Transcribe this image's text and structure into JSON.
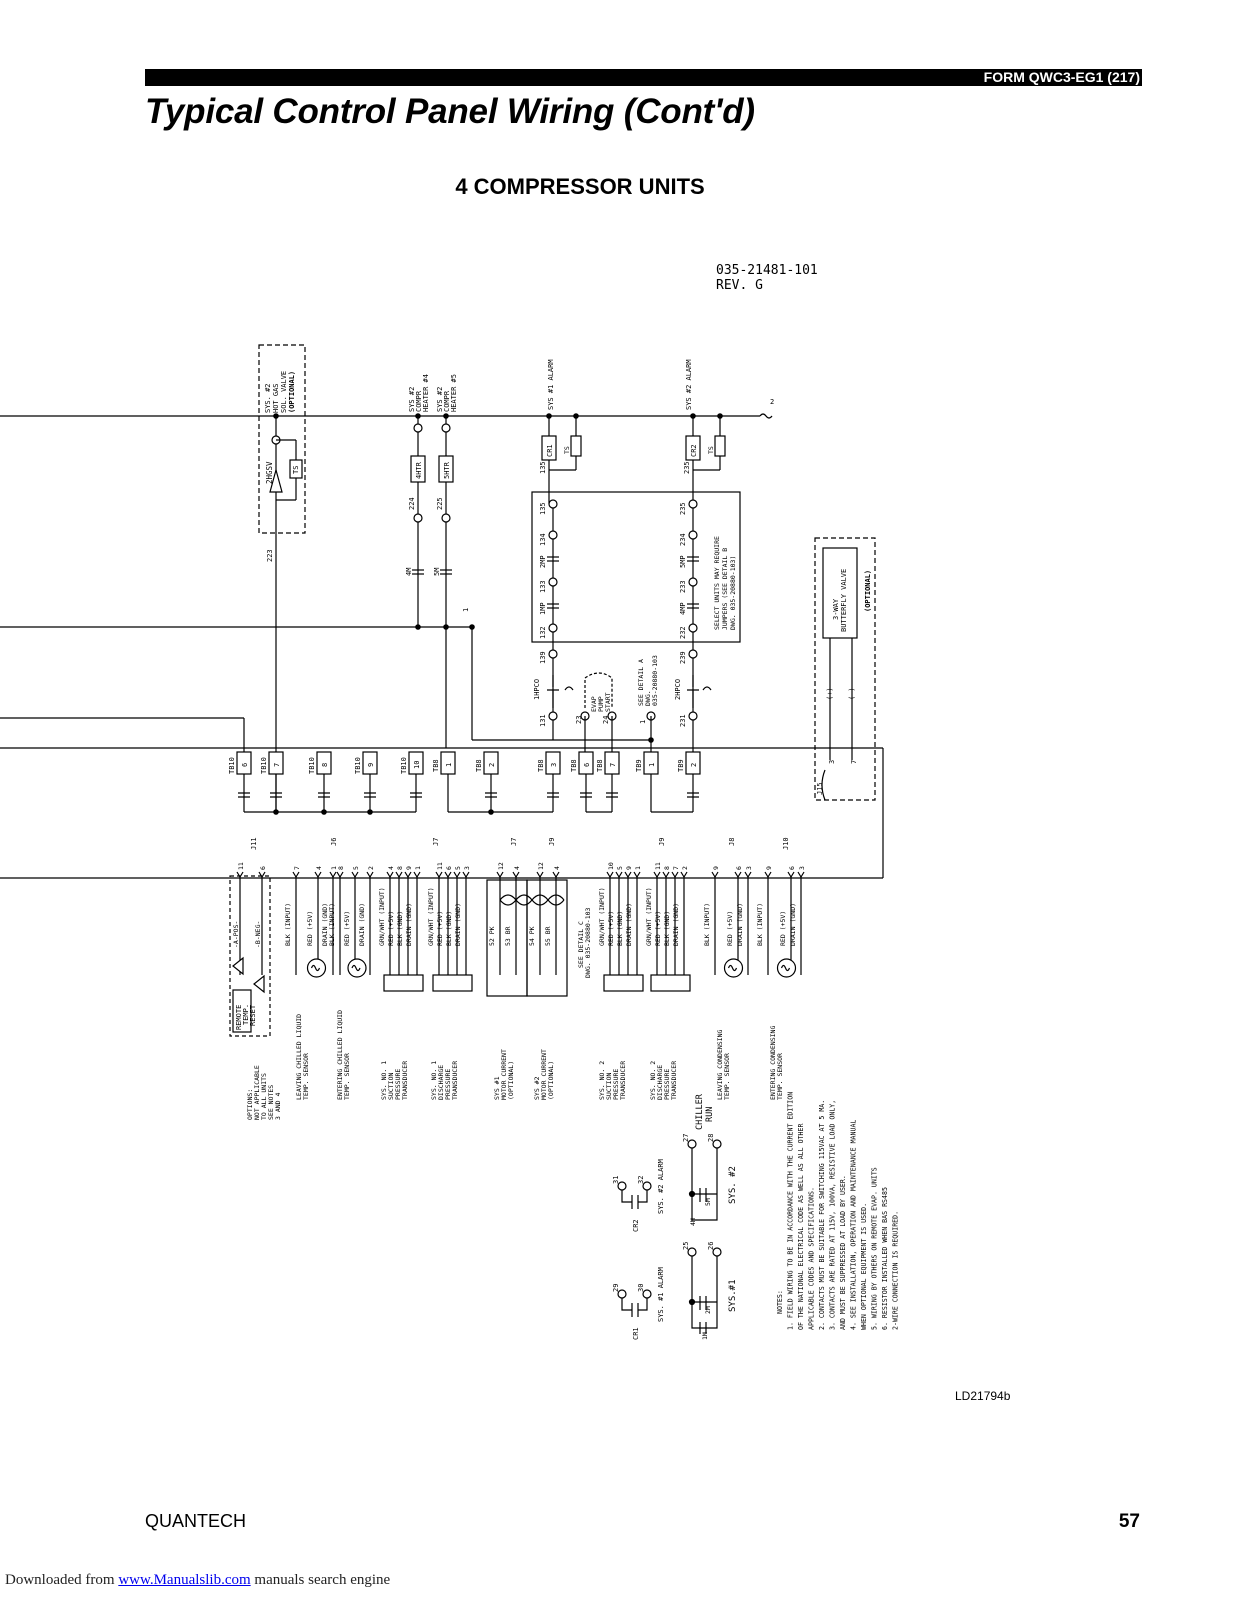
{
  "header": {
    "form_number": "FORM QWC3-EG1 (217)",
    "title": "Typical Control Panel Wiring (Cont'd)"
  },
  "subtitle": "4 COMPRESSOR UNITS",
  "drawing": {
    "number": "035-21481-101",
    "revision": "REV. G",
    "top_labels": {
      "hot_gas": [
        "SYS. #2",
        "HOT GAS",
        "SOL. VALVE",
        "(OPTIONAL)"
      ],
      "heater4": [
        "SYS #2",
        "COMPR",
        "HEATER #4"
      ],
      "heater5": [
        "SYS #2",
        "COMPR",
        "HEATER #5"
      ],
      "alarm1": "SYS #1 ALARM",
      "alarm2": "SYS #2 ALARM"
    },
    "components": {
      "h2gsv": "2HGSV",
      "ts": "TS",
      "htr4": "4HTR",
      "htr5": "5HTR",
      "cr1": "CR1",
      "cr2": "CR2",
      "m4": "4M",
      "m5": "5M",
      "mp1": "1MP",
      "mp2": "2MP",
      "mp4": "4MP",
      "mp5": "5MP",
      "hpco1": "1HPCO",
      "hpco2": "2HPCO"
    },
    "wire_numbers": [
      "223",
      "224",
      "225",
      "135",
      "134",
      "133",
      "132",
      "139",
      "131",
      "235",
      "234",
      "233",
      "232",
      "239",
      "231",
      "23",
      "24",
      "1",
      "2",
      "1"
    ],
    "evap_pump": [
      "EVAP",
      "PUMP",
      "START"
    ],
    "detail_a": [
      "SEE DETAIL A",
      "DWG.",
      "035-20880-103"
    ],
    "select_units": [
      "SELECT UNITS MAY REQUIRE",
      "JUMPERS (SEE DETAIL B",
      "DWG. 035-20880-103)"
    ],
    "butterfly": [
      "3-WAY",
      "BUTTERFLY VALVE",
      "(OPTIONAL)"
    ],
    "terminals": [
      {
        "block": "TB10",
        "pin": "6"
      },
      {
        "block": "TB10",
        "pin": "7"
      },
      {
        "block": "TB10",
        "pin": "8"
      },
      {
        "block": "TB10",
        "pin": "9"
      },
      {
        "block": "TB10",
        "pin": "10"
      },
      {
        "block": "TB8",
        "pin": "1"
      },
      {
        "block": "TB8",
        "pin": "2"
      },
      {
        "block": "TB8",
        "pin": "3"
      },
      {
        "block": "TB8",
        "pin": "6"
      },
      {
        "block": "TB8",
        "pin": "7"
      },
      {
        "block": "TB9",
        "pin": "1"
      },
      {
        "block": "TB9",
        "pin": "2"
      }
    ],
    "connectors": [
      "J11",
      "J6",
      "J7",
      "J7",
      "J9",
      "J9",
      "J8",
      "J10",
      "J15"
    ],
    "j15_pins": [
      "3",
      "7"
    ],
    "butterfly_polarity": [
      "(+)",
      "(-)"
    ],
    "sensor_groups": [
      {
        "pins": [
          "11",
          "6"
        ],
        "wires": [
          "-A-POS-",
          "-B-NEG-"
        ],
        "device": [
          "REMOTE",
          "TEMP.",
          "RESET"
        ],
        "caption": [
          "OPTIONS:",
          "NOT APPLICABLE",
          "TO ALL UNITS",
          "SEE NOTES",
          "3 AND 4"
        ]
      },
      {
        "pins": [
          "7",
          "4",
          "1"
        ],
        "wires": [
          "BLK (INPUT)",
          "RED (+5V)",
          "DRAIN (GND)"
        ],
        "device": [],
        "caption": [
          "LEAVING CHILLED LIQUID",
          "TEMP. SENSOR"
        ]
      },
      {
        "pins": [
          "8",
          "5",
          "2"
        ],
        "wires": [
          "BLK (INPUT)",
          "RED (+5V)",
          "DRAIN (GND)"
        ],
        "device": [],
        "caption": [
          "ENTERING CHILLED LIQUID",
          "TEMP. SENSOR"
        ]
      },
      {
        "pins": [
          "4",
          "8",
          "9",
          "1"
        ],
        "wires": [
          "GRN/WHT (INPUT)",
          "RED (+5V)",
          "BLK (GND)",
          "DRAIN (GND)"
        ],
        "device": [],
        "caption": [
          "SYS. NO. 1",
          "SUCTION",
          "PRESSURE",
          "TRANSDUCER"
        ]
      },
      {
        "pins": [
          "11",
          "6",
          "5",
          "3"
        ],
        "wires": [
          "GRN/WHT (INPUT)",
          "RED (+5V)",
          "BLK (GND)",
          "DRAIN (GND)"
        ],
        "device": [],
        "caption": [
          "SYS. NO. 1",
          "DISCHARGE",
          "PRESSURE",
          "TRANSDUCER"
        ]
      },
      {
        "pins": [
          "12",
          "4"
        ],
        "wires": [
          "52 PK",
          "53 BR"
        ],
        "device": [],
        "caption": [
          "SYS #1",
          "MOTOR CURRENT",
          "(OPTIONAL)"
        ]
      },
      {
        "pins": [
          "12",
          "4"
        ],
        "wires": [
          "54 PK",
          "55 BR"
        ],
        "device": [],
        "caption": [
          "SYS #2",
          "MOTOR CURRENT",
          "(OPTIONAL)"
        ]
      },
      {
        "pins": [
          "10",
          "5",
          "9",
          "1"
        ],
        "wires": [
          "GRN/WHT (INPUT)",
          "RED (+5V)",
          "BLK (GND)",
          "DRAIN (GND)"
        ],
        "device": [],
        "caption": [
          "SYS. NO. 2",
          "SUCTION",
          "PRESSURE",
          "TRANSDUCER"
        ]
      },
      {
        "pins": [
          "11",
          "8",
          "7",
          "2"
        ],
        "wires": [
          "GRN/WHT (INPUT)",
          "RED (+5V)",
          "BLK (GND)",
          "DRAIN (GND)"
        ],
        "device": [],
        "caption": [
          "SYS. NO. 2",
          "DISCHARGE",
          "PRESSURE",
          "TRANSDUCER"
        ]
      },
      {
        "pins": [
          "9",
          "6",
          "3"
        ],
        "wires": [
          "BLK (INPUT)",
          "RED (+5V)",
          "DRAIN (GND)"
        ],
        "device": [],
        "caption": [
          "LEAVING CONDENSING",
          "TEMP. SENSOR"
        ]
      },
      {
        "pins": [
          "9",
          "6",
          "3"
        ],
        "wires": [
          "BLK (INPUT)",
          "RED (+5V)",
          "DRAIN (GND)"
        ],
        "device": [],
        "caption": [
          "ENTERING CONDENSING",
          "TEMP. SENSOR"
        ]
      }
    ],
    "detail_c": [
      "SEE DETAIL C",
      "DWG. 035-20880-103"
    ],
    "alarm_contacts": [
      {
        "terms": [
          "29",
          "30"
        ],
        "relay": "CR1",
        "label": "SYS. #1 ALARM"
      },
      {
        "terms": [
          "31",
          "32"
        ],
        "relay": "CR2",
        "label": "SYS. #2 ALARM"
      }
    ],
    "run_contacts": [
      {
        "terms": [
          "25",
          "26"
        ],
        "relays": [
          "1M",
          "2M"
        ],
        "label": "SYS.#1"
      },
      {
        "terms": [
          "27",
          "28"
        ],
        "relays": [
          "4M",
          "5M"
        ],
        "label": "SYS. #2"
      }
    ],
    "chiller_run": [
      "CHILLER",
      "RUN"
    ],
    "notes": [
      "NOTES:",
      "1.  FIELD WIRING TO BE IN ACCORDANCE WITH THE CURRENT EDITION",
      "    OF THE NATIONAL ELECTRICAL CODE AS WELL AS ALL OTHER",
      "    APPLICABLE CODES AND SPECIFICATIONS.",
      "2.  CONTACTS MUST BE SUITABLE FOR SWITCHING 115VAC AT 5 MA.",
      "3.  CONTACTS ARE RATED AT 115V, 100VA, RESISTIVE LOAD ONLY,",
      "    AND MUST BE SUPPRESSED AT LOAD BY USER.",
      "4.  SEE INSTALLATION, OPERATION AND MAINTENANCE MANUAL",
      "    WHEN OPTIONAL EQUIPMENT IS USED.",
      "5.  WIRING BY OTHERS ON REMOTE EVAP. UNITS",
      "6.  RESISTOR INSTALLED WHEN BAS RS485",
      "    2-WIRE CONNECTION IS REQUIRED."
    ],
    "sheet_ref": "2"
  },
  "reference_id": "LD21794b",
  "footer": {
    "brand": "QUANTECH",
    "page_number": "57"
  },
  "download_bar": {
    "prefix": "Downloaded from ",
    "link": "www.Manualslib.com",
    "suffix": " manuals search engine"
  }
}
